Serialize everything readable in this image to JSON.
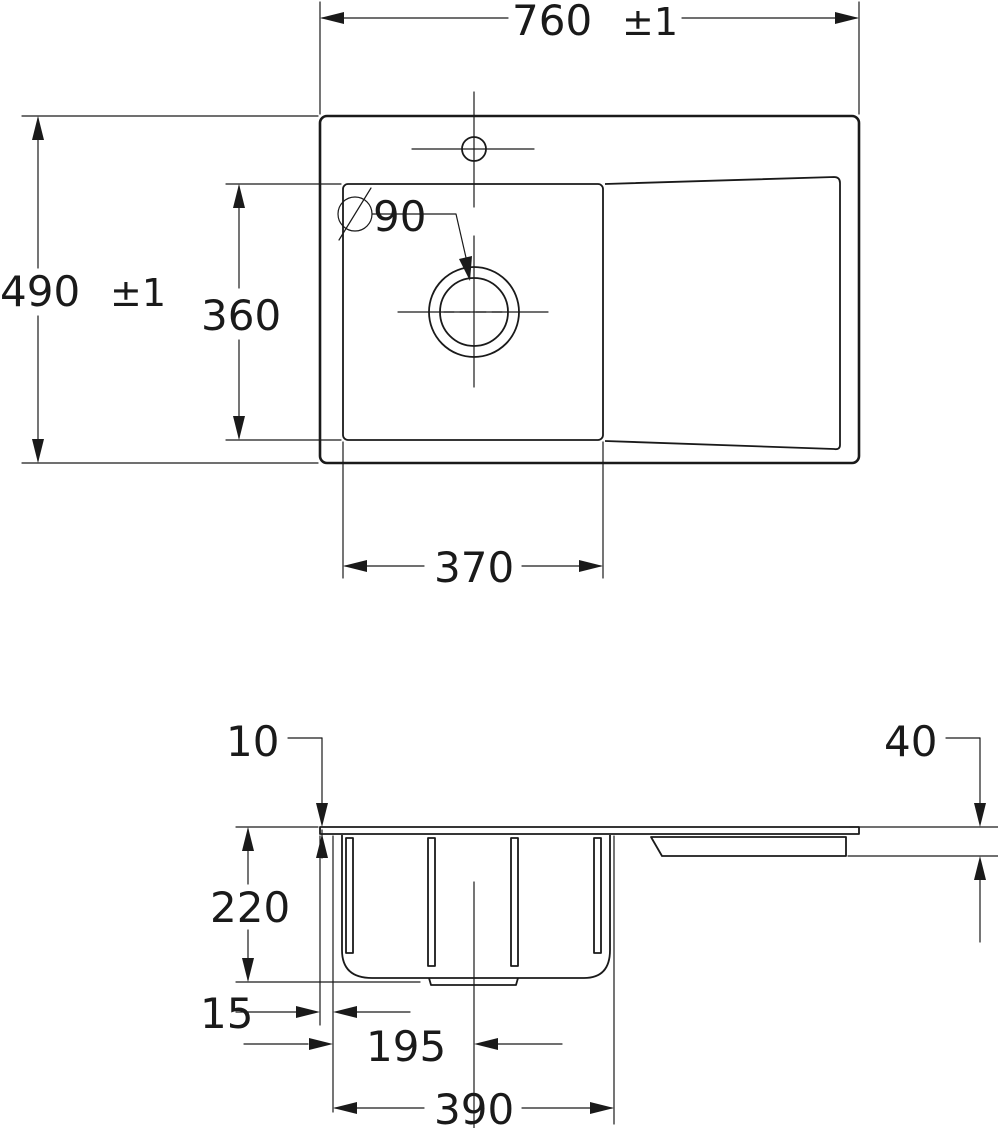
{
  "top_view": {
    "width_value": "760",
    "width_tolerance": "±1",
    "height_value": "490",
    "height_tolerance": "±1",
    "bowl_height": "360",
    "bowl_width": "370",
    "drain_diameter": "90"
  },
  "side_view": {
    "rim_offset": "10",
    "drainer_depth": "40",
    "bowl_depth": "220",
    "wall_offset": "15",
    "drain_center": "195",
    "bowl_outer_width": "390"
  }
}
